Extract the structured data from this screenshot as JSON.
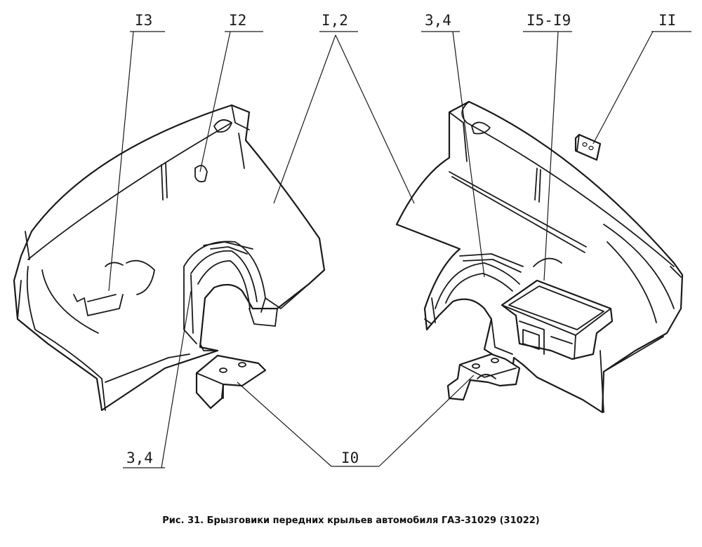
{
  "labels": {
    "l13": "I3",
    "l12": "I2",
    "l1_2": "I,2",
    "l3_4_top": "3,4",
    "l15_19": "I5-I9",
    "l11": "II",
    "l3_4_bottom": "3,4",
    "l10": "I0"
  },
  "caption": "Рис. 31. Брызговики передних крыльев автомобиля ГАЗ-31029 (31022)"
}
